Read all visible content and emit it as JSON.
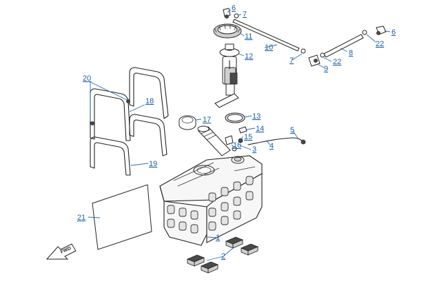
{
  "callouts": [
    {
      "id": "c1",
      "label": "1"
    },
    {
      "id": "c2",
      "label": "2"
    },
    {
      "id": "c3",
      "label": "3"
    },
    {
      "id": "c4",
      "label": "4"
    },
    {
      "id": "c5",
      "label": "5"
    },
    {
      "id": "c6a",
      "label": "6"
    },
    {
      "id": "c6b",
      "label": "6"
    },
    {
      "id": "c7a",
      "label": "7"
    },
    {
      "id": "c7b",
      "label": "7"
    },
    {
      "id": "c8",
      "label": "8"
    },
    {
      "id": "c9",
      "label": "9"
    },
    {
      "id": "c10",
      "label": "10"
    },
    {
      "id": "c11",
      "label": "11"
    },
    {
      "id": "c12",
      "label": "12"
    },
    {
      "id": "c13",
      "label": "13"
    },
    {
      "id": "c14",
      "label": "14"
    },
    {
      "id": "c15",
      "label": "15"
    },
    {
      "id": "c16",
      "label": "16"
    },
    {
      "id": "c17",
      "label": "17"
    },
    {
      "id": "c18",
      "label": "18"
    },
    {
      "id": "c19",
      "label": "19"
    },
    {
      "id": "c20",
      "label": "20"
    },
    {
      "id": "c21",
      "label": "21"
    },
    {
      "id": "c22a",
      "label": "22"
    },
    {
      "id": "c22b",
      "label": "22"
    }
  ],
  "direction_arrow": {
    "label": "FWD"
  }
}
